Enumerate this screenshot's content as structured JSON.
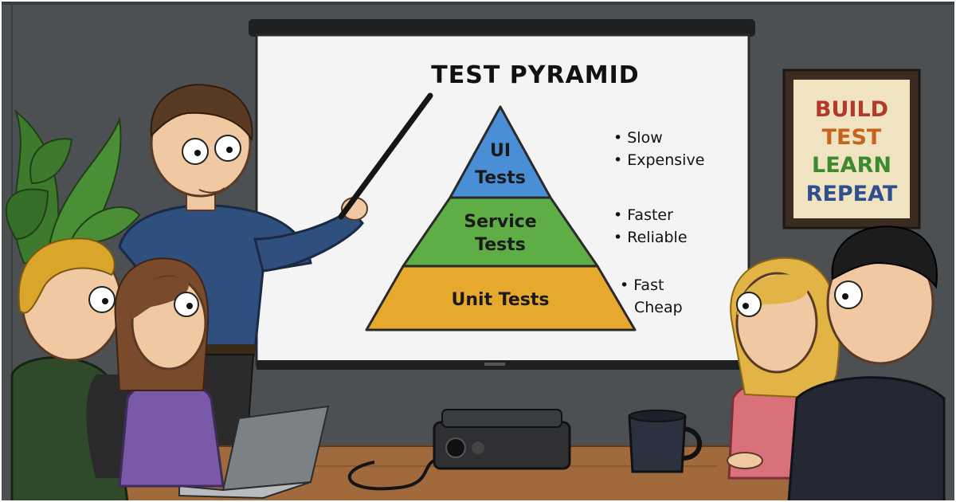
{
  "slide": {
    "title": "TEST PYRAMID",
    "tiers": [
      {
        "lines": [
          "UI",
          "Tests"
        ],
        "color": "#4a8fd6",
        "notes": [
          "• Slow",
          "• Expensive"
        ]
      },
      {
        "lines": [
          "Service",
          "Tests"
        ],
        "color": "#5fae45",
        "notes": [
          "• Faster",
          "• Reliable"
        ]
      },
      {
        "lines": [
          "Unit Tests"
        ],
        "color": "#e7a92d",
        "notes": [
          "• Fast",
          "Cheap"
        ]
      }
    ]
  },
  "poster": {
    "words": [
      {
        "text": "BUILD",
        "color": "#b23a2a"
      },
      {
        "text": "TEST",
        "color": "#c9621c"
      },
      {
        "text": "LEARN",
        "color": "#3b8a2e"
      },
      {
        "text": "REPEAT",
        "color": "#2f4f8f"
      }
    ]
  },
  "colors": {
    "wall": "#4d5052",
    "table": "#a06a3c",
    "screen": "#f4f4f4"
  }
}
